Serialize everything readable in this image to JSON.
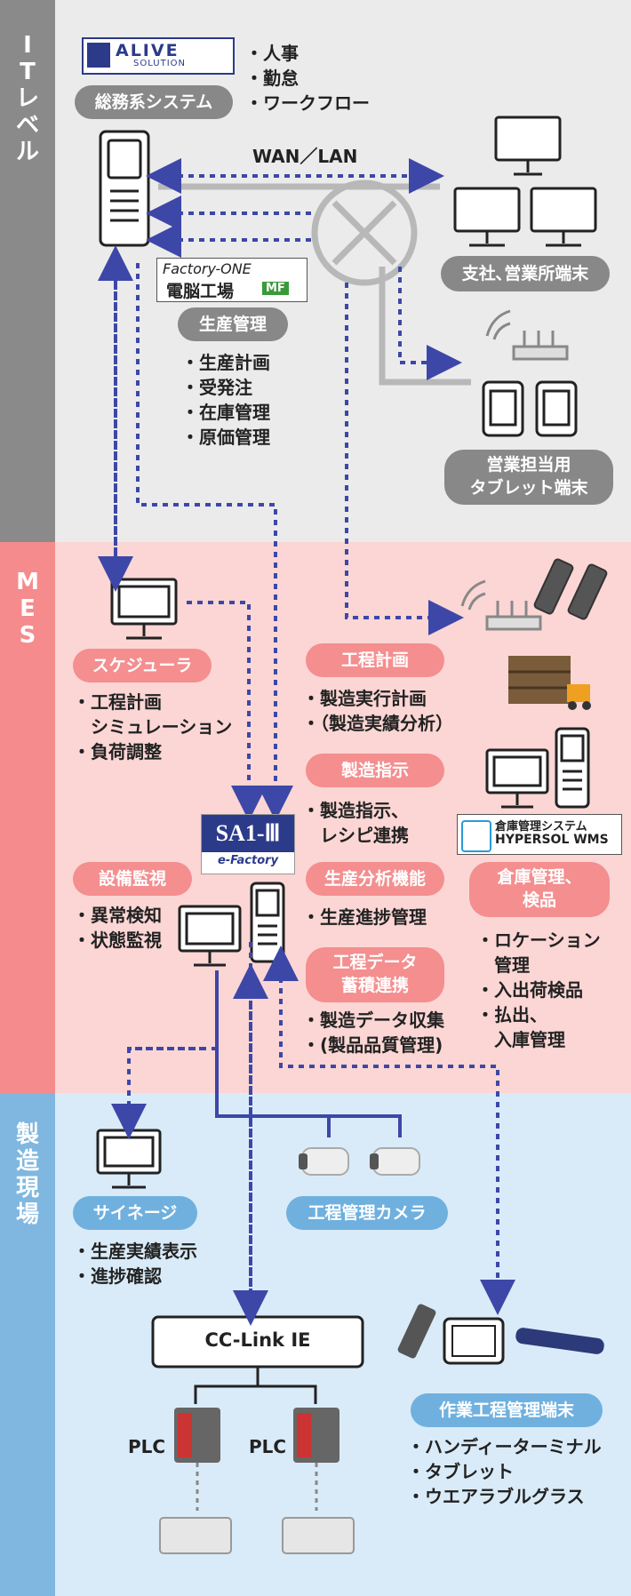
{
  "sections": {
    "it": "ITレベル",
    "mes": "MES",
    "site": "製造現場"
  },
  "it": {
    "alive_logo_top": "ALIVE",
    "alive_logo_bottom": "SOLUTION",
    "general_system": "総務系システム",
    "general_items": [
      "・人事",
      "・勤怠",
      "・ワークフロー"
    ],
    "wan_lan": "WAN／LAN",
    "branch_terminals": "支社､営業所端末",
    "factory_one_top": "Factory-ONE",
    "factory_one_bottom": "電脳工場",
    "factory_one_badge": "MF",
    "production_mgmt": "生産管理",
    "production_items": [
      "・生産計画",
      "・受発注",
      "・在庫管理",
      "・原価管理"
    ],
    "sales_tablet_line1": "営業担当用",
    "sales_tablet_line2": "タブレット端末"
  },
  "mes": {
    "scheduler": "スケジューラ",
    "scheduler_items": [
      "・工程計画",
      "　シミュレーション",
      "・負荷調整"
    ],
    "process_plan": "工程計画",
    "process_plan_items": [
      "・製造実行計画",
      "・（製造実績分析）"
    ],
    "mfg_instruction": "製造指示",
    "mfg_instruction_items": [
      "・製造指示、",
      "　レシピ連携"
    ],
    "sa1_logo": "SA1-Ⅲ",
    "sa1_sub": "e-Factory",
    "equipment_monitor": "設備監視",
    "equipment_items": [
      "・異常検知",
      "・状態監視"
    ],
    "prod_analysis": "生産分析機能",
    "prod_analysis_items": [
      "・生産進捗管理"
    ],
    "process_data_line1": "工程データ",
    "process_data_line2": "蓄積連携",
    "process_data_items": [
      "・製造データ収集",
      "・(製品品質管理)"
    ],
    "wms_line1": "倉庫管理システム",
    "wms_line2": "HYPERSOL WMS",
    "warehouse_line1": "倉庫管理、",
    "warehouse_line2": "検品",
    "warehouse_items": [
      "・ロケーション",
      "　管理",
      "・入出荷検品",
      "・払出、",
      "　入庫管理"
    ]
  },
  "site": {
    "signage": "サイネージ",
    "signage_items": [
      "・生産実績表示",
      "・進捗確認"
    ],
    "camera": "工程管理カメラ",
    "cclink": "CC-Link IE",
    "plc_left": "PLC",
    "plc_right": "PLC",
    "work_terminal": "作業工程管理端末",
    "work_terminal_items": [
      "・ハンディーターミナル",
      "・タブレット",
      "・ウエアラブルグラス"
    ]
  },
  "colors": {
    "arrow": "#3d47a8",
    "line_gray": "#b8b8b8",
    "device_stroke": "#222222"
  }
}
